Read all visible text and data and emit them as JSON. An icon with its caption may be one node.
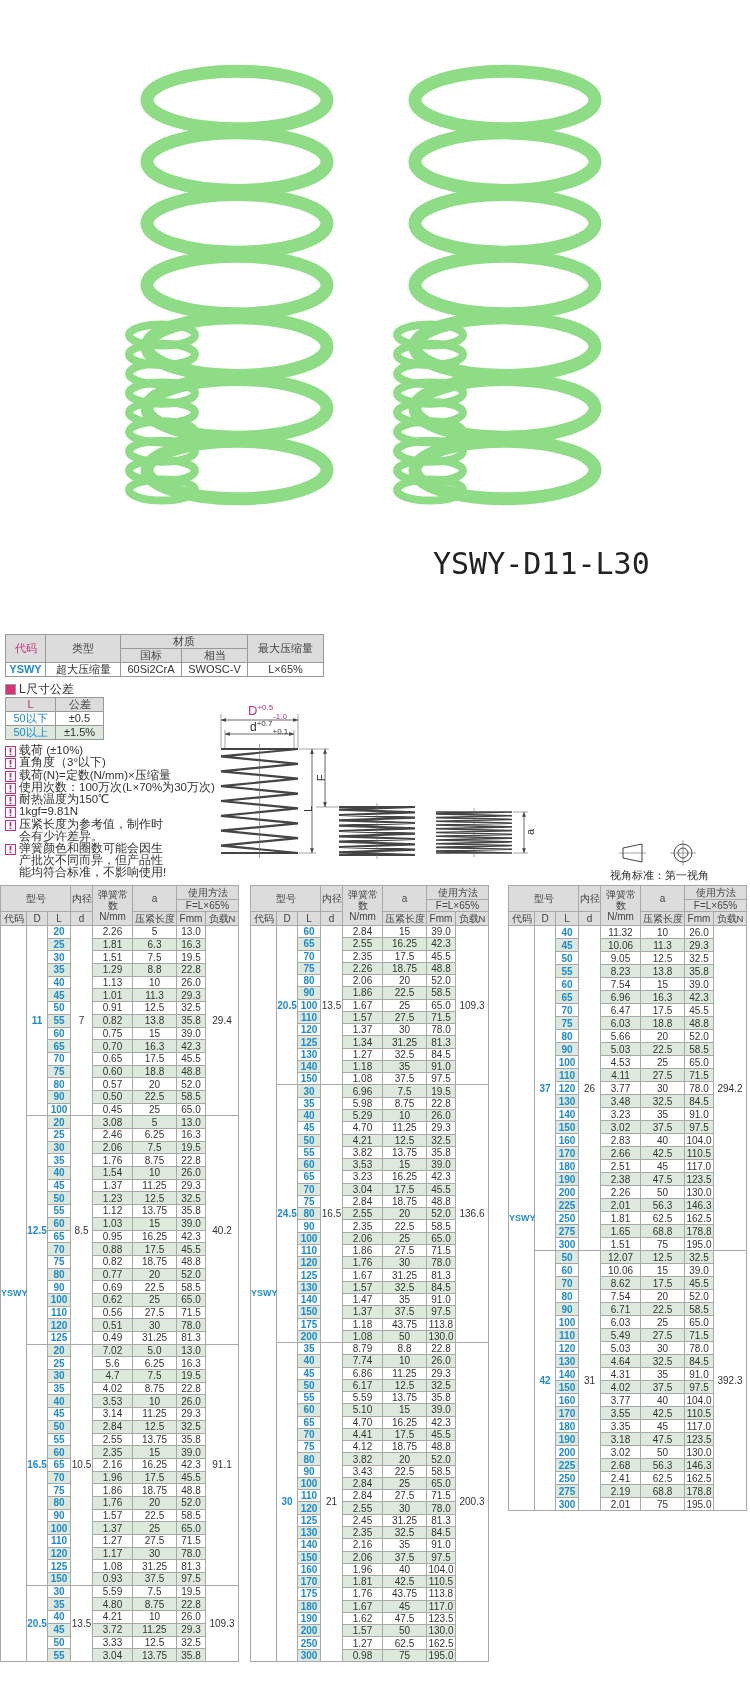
{
  "diagram": {
    "labels": [
      "YSWY-D11-L30",
      "代码",
      "类型",
      "材质",
      "国标",
      "相当",
      "最大压缩量",
      "YSWY",
      "超大压缩量",
      "60Si2CrA",
      "SWOSC-V",
      "L×65%",
      "L尺寸公差",
      "L",
      "公差",
      "50以下",
      "±0.5",
      "50以上",
      "±1.5%",
      "载荷 (±10%)",
      "直角度（3°以下)",
      "载荷(N)=定数(N/mm)×压缩量",
      "使用次数：100万次(L×70%为30万次)",
      "耐热温度为150℃",
      "1kgf=9.81N",
      "压紧长度为参考值，制作时会有少许差异。",
      "弹簧颜色和圈数可能会因生产批次不同而异，但产品性能均符合标准，不影响使用!",
      "D$^{+0.5}$$_{-1.0}$",
      "d$^{+0.7}$$_{+0.1}$",
      "F",
      "L",
      "a",
      "视角标准：第一视角",
      "型号",
      "内径",
      "弹簧常数 N/mm",
      "a",
      "使用方法",
      "F=L×65%",
      "代码",
      "D",
      "L",
      "d",
      "压紧长度",
      "Fmm",
      "负载N",
      "YSWY",
      "11",
      "7",
      "29.4",
      "20",
      "2.26",
      "5",
      "13.0",
      "25",
      "1.81",
      "6.3",
      "16.3",
      "30",
      "1.51",
      "7.5",
      "19.5",
      "35",
      "1.29",
      "8.8",
      "22.8",
      "40",
      "1.13",
      "10",
      "26.0",
      "45",
      "1.01",
      "11.3",
      "29.3",
      "50",
      "0.91",
      "12.5",
      "32.5",
      "55",
      "0.82",
      "13.8",
      "35.8",
      "60",
      "0.75",
      "15",
      "39.0",
      "65",
      "0.70",
      "16.3",
      "42.3",
      "70",
      "0.65",
      "17.5",
      "45.5",
      "75",
      "0.60",
      "18.8",
      "48.8",
      "80",
      "0.57",
      "20",
      "52.0",
      "90",
      "0.50",
      "22.5",
      "58.5",
      "100",
      "0.45",
      "25",
      "65.0",
      "12.5",
      "8.5",
      "40.2",
      "20",
      "3.08",
      "5",
      "13.0",
      "25",
      "2.46",
      "6.25",
      "16.3",
      "30",
      "2.06",
      "7.5",
      "19.5",
      "35",
      "1.76",
      "8.75",
      "22.8",
      "40",
      "1.54",
      "10",
      "26.0",
      "45",
      "1.37",
      "11.25",
      "29.3",
      "50",
      "1.23",
      "12.5",
      "32.5",
      "55",
      "1.12",
      "13.75",
      "35.8",
      "60",
      "1.03",
      "15",
      "39.0",
      "65",
      "0.95",
      "16.25",
      "42.3",
      "70",
      "0.88",
      "17.5",
      "45.5",
      "75",
      "0.82",
      "18.75",
      "48.8",
      "80",
      "0.77",
      "20",
      "52.0",
      "90",
      "0.69",
      "22.5",
      "58.5",
      "100",
      "0.62",
      "25",
      "65.0",
      "110",
      "0.56",
      "27.5",
      "71.5",
      "120",
      "0.51",
      "30",
      "78.0",
      "125",
      "0.49",
      "31.25",
      "81.3",
      "16.5",
      "10.5",
      "91.1",
      "20",
      "7.02",
      "5.0",
      "13.0",
      "25",
      "5.6",
      "6.25",
      "16.3",
      "30",
      "4.7",
      "7.5",
      "19.5",
      "35",
      "4.02",
      "8.75",
      "22.8",
      "40",
      "3.53",
      "10",
      "26.0",
      "45",
      "3.14",
      "11.25",
      "29.3",
      "50",
      "2.84",
      "12.5",
      "32.5",
      "55",
      "2.55",
      "13.75",
      "35.8",
      "60",
      "2.35",
      "15",
      "39.0",
      "65",
      "2.16",
      "16.25",
      "42.3",
      "70",
      "1.96",
      "17.5",
      "45.5",
      "75",
      "1.86",
      "18.75",
      "48.8",
      "80",
      "1.76",
      "20",
      "52.0",
      "90",
      "1.57",
      "22.5",
      "58.5",
      "100",
      "1.37",
      "25",
      "65.0",
      "110",
      "1.27",
      "27.5",
      "71.5",
      "120",
      "1.17",
      "30",
      "78.0",
      "125",
      "1.08",
      "31.25",
      "81.3",
      "150",
      "0.93",
      "37.5",
      "97.5",
      "20.5",
      "13.5",
      "109.3",
      "30",
      "5.59",
      "7.5",
      "19.5",
      "35",
      "4.80",
      "8.75",
      "22.8",
      "40",
      "4.21",
      "10",
      "26.0",
      "45",
      "3.72",
      "11.25",
      "29.3",
      "50",
      "3.33",
      "12.5",
      "32.5",
      "55",
      "3.04",
      "13.75",
      "35.8",
      "型号",
      "内径",
      "弹簧常数 N/mm",
      "a",
      "使用方法",
      "F=L×65%",
      "代码",
      "D",
      "L",
      "d",
      "压紧长度",
      "Fmm",
      "负载N",
      "YSWY",
      "20.5",
      "13.5",
      "109.3",
      "60",
      "2.84",
      "15",
      "39.0",
      "65",
      "2.55",
      "16.25",
      "42.3",
      "70",
      "2.35",
      "17.5",
      "45.5",
      "75",
      "2.26",
      "18.75",
      "48.8",
      "80",
      "2.06",
      "20",
      "52.0",
      "90",
      "1.86",
      "22.5",
      "58.5",
      "100",
      "1.67",
      "25",
      "65.0",
      "110",
      "1.57",
      "27.5",
      "71.5",
      "120",
      "1.37",
      "30",
      "78.0",
      "125",
      "1.34",
      "31.25",
      "81.3",
      "130",
      "1.27",
      "32.5",
      "84.5",
      "140",
      "1.18",
      "35",
      "91.0",
      "150",
      "1.08",
      "37.5",
      "97.5",
      "24.5",
      "16.5",
      "136.6",
      "30",
      "6.96",
      "7.5",
      "19.5",
      "35",
      "5.98",
      "8.75",
      "22.8",
      "40",
      "5.29",
      "10",
      "26.0",
      "45",
      "4.70",
      "11.25",
      "29.3",
      "50",
      "4.21",
      "12.5",
      "32.5",
      "55",
      "3.82",
      "13.75",
      "35.8",
      "60",
      "3.53",
      "15",
      "39.0",
      "65",
      "3.23",
      "16.25",
      "42.3",
      "70",
      "3.04",
      "17.5",
      "45.5",
      "75",
      "2.84",
      "18.75",
      "48.8",
      "80",
      "2.55",
      "20",
      "52.0",
      "90",
      "2.35",
      "22.5",
      "58.5",
      "100",
      "2.06",
      "25",
      "65.0",
      "110",
      "1.86",
      "27.5",
      "71.5",
      "120",
      "1.76",
      "30",
      "78.0",
      "125",
      "1.67",
      "31.25",
      "81.3",
      "130",
      "1.57",
      "32.5",
      "84.5",
      "140",
      "1.47",
      "35",
      "91.0",
      "150",
      "1.37",
      "37.5",
      "97.5",
      "175",
      "1.18",
      "43.75",
      "113.8",
      "200",
      "1.08",
      "50",
      "130.0",
      "30",
      "21",
      "200.3",
      "35",
      "8.79",
      "8.8",
      "22.8",
      "40",
      "7.74",
      "10",
      "26.0",
      "45",
      "6.86",
      "11.25",
      "29.3",
      "50",
      "6.17",
      "12.5",
      "32.5",
      "55",
      "5.59",
      "13.75",
      "35.8",
      "60",
      "5.10",
      "15",
      "39.0",
      "65",
      "4.70",
      "16.25",
      "42.3",
      "70",
      "4.41",
      "17.5",
      "45.5",
      "75",
      "4.12",
      "18.75",
      "48.8",
      "80",
      "3.82",
      "20",
      "52.0",
      "90",
      "3.43",
      "22.5",
      "58.5",
      "100",
      "2.84",
      "25",
      "65.0",
      "110",
      "2.84",
      "27.5",
      "71.5",
      "120",
      "2.55",
      "30",
      "78.0",
      "125",
      "2.45",
      "31.25",
      "81.3",
      "130",
      "2.35",
      "32.5",
      "84.5",
      "140",
      "2.16",
      "35",
      "91.0",
      "150",
      "2.06",
      "37.5",
      "97.5",
      "160",
      "1.96",
      "40",
      "104.0",
      "170",
      "1.81",
      "42.5",
      "110.5",
      "175",
      "1.76",
      "43.75",
      "113.8",
      "180",
      "1.67",
      "45",
      "117.0",
      "190",
      "1.62",
      "47.5",
      "123.5",
      "200",
      "1.57",
      "50",
      "130.0",
      "250",
      "1.27",
      "62.5",
      "162.5",
      "300",
      "0.98",
      "75",
      "195.0",
      "型号",
      "内径",
      "弹簧常数 N/mm",
      "a",
      "使用方法",
      "F=L×65%",
      "代码",
      "D",
      "L",
      "d",
      "压紧长度",
      "Fmm",
      "负载N",
      "YSWY",
      "37",
      "26",
      "294.2",
      "40",
      "11.32",
      "10",
      "26.0",
      "45",
      "10.06",
      "11.3",
      "29.3",
      "50",
      "9.05",
      "12.5",
      "32.5",
      "55",
      "8.23",
      "13.8",
      "35.8",
      "60",
      "7.54",
      "15",
      "39.0",
      "65",
      "6.96",
      "16.3",
      "42.3",
      "70",
      "6.47",
      "17.5",
      "45.5",
      "75",
      "6.03",
      "18.8",
      "48.8",
      "80",
      "5.66",
      "20",
      "52.0",
      "90",
      "5.03",
      "22.5",
      "58.5",
      "100",
      "4.53",
      "25",
      "65.0",
      "110",
      "4.11",
      "27.5",
      "71.5",
      "120",
      "3.77",
      "30",
      "78.0",
      "130",
      "3.48",
      "32.5",
      "84.5",
      "140",
      "3.23",
      "35",
      "91.0",
      "150",
      "3.02",
      "37.5",
      "97.5",
      "160",
      "2.83",
      "40",
      "104.0",
      "170",
      "2.66",
      "42.5",
      "110.5",
      "180",
      "2.51",
      "45",
      "117.0",
      "190",
      "2.38",
      "47.5",
      "123.5",
      "200",
      "2.26",
      "50",
      "130.0",
      "225",
      "2.01",
      "56.3",
      "146.3",
      "250",
      "1.81",
      "62.5",
      "162.5",
      "275",
      "1.65",
      "68.8",
      "178.8",
      "300",
      "1.51",
      "75",
      "195.0",
      "42",
      "31",
      "392.3",
      "50",
      "12.07",
      "12.5",
      "32.5",
      "60",
      "10.06",
      "15",
      "39.0",
      "70",
      "8.62",
      "17.5",
      "45.5",
      "80",
      "7.54",
      "20",
      "52.0",
      "90",
      "6.71",
      "22.5",
      "58.5",
      "100",
      "6.03",
      "25",
      "65.0",
      "110",
      "5.49",
      "27.5",
      "71.5",
      "120",
      "5.03",
      "30",
      "78.0",
      "130",
      "4.64",
      "32.5",
      "84.5",
      "140",
      "4.31",
      "35",
      "91.0",
      "150",
      "4.02",
      "37.5",
      "97.5",
      "160",
      "3.77",
      "40",
      "104.0",
      "170",
      "3.55",
      "42.5",
      "110.5",
      "180",
      "3.35",
      "45",
      "117.0",
      "190",
      "3.18",
      "47.5",
      "123.5",
      "200",
      "3.02",
      "50",
      "130.0",
      "225",
      "2.68",
      "56.3",
      "146.3",
      "250",
      "2.41",
      "62.5",
      "162.5",
      "275",
      "2.19",
      "68.8",
      "178.8",
      "300",
      "2.01",
      "75",
      "195.0"
    ]
  }
}
